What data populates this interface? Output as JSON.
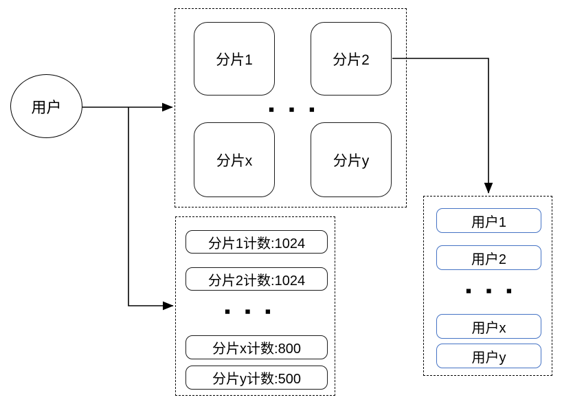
{
  "user_node": {
    "label": "用户"
  },
  "shards_panel": {
    "ellipsis": "■ ■ ■",
    "items": [
      {
        "label": "分片1"
      },
      {
        "label": "分片2"
      },
      {
        "label": "分片x"
      },
      {
        "label": "分片y"
      }
    ]
  },
  "counts_panel": {
    "ellipsis": "■ ■ ■",
    "items": [
      {
        "label": "分片1计数:1024"
      },
      {
        "label": "分片2计数:1024"
      },
      {
        "label": "分片x计数:800"
      },
      {
        "label": "分片y计数:500"
      }
    ]
  },
  "users_panel": {
    "ellipsis": "■ ■ ■",
    "items": [
      {
        "label": "用户1"
      },
      {
        "label": "用户2"
      },
      {
        "label": "用户x"
      },
      {
        "label": "用户y"
      }
    ]
  },
  "connections": [
    {
      "from": "用户",
      "to": "分片面板"
    },
    {
      "from": "用户",
      "to": "计数面板"
    },
    {
      "from": "分片2",
      "to": "用户面板"
    }
  ],
  "colors": {
    "line": "#000000",
    "shard_box_border": "#1a1a1a",
    "user_box_border": "#4472C4"
  }
}
